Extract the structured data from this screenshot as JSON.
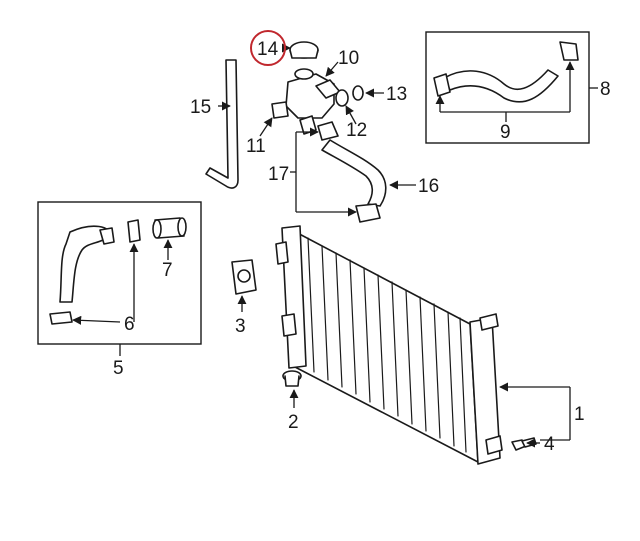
{
  "callouts": {
    "c1": "1",
    "c2": "2",
    "c3": "3",
    "c4": "4",
    "c5": "5",
    "c6": "6",
    "c7": "7",
    "c8": "8",
    "c9": "9",
    "c10": "10",
    "c11": "11",
    "c12": "12",
    "c13": "13",
    "c14": "14",
    "c15": "15",
    "c16": "16",
    "c17": "17"
  },
  "highlighted_callout": "14",
  "colors": {
    "line": "#1a1a1a",
    "highlight": "#c0272d",
    "background": "#ffffff"
  }
}
